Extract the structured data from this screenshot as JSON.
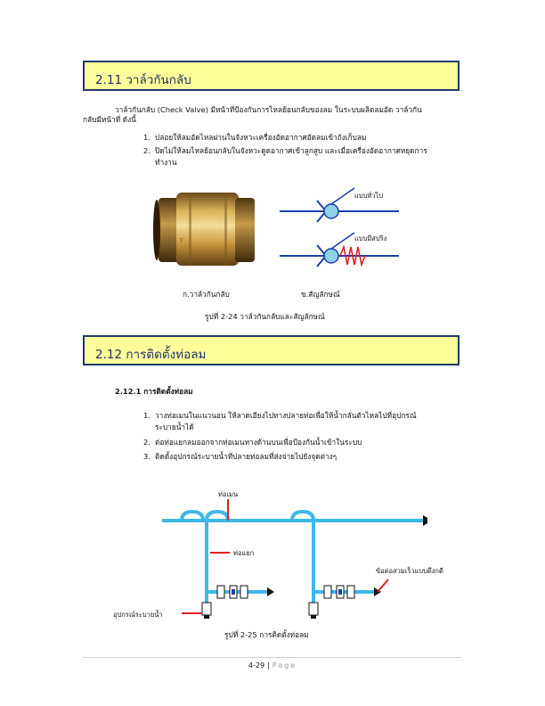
{
  "section1": {
    "title": "2.11  วาล์วกันกลับ",
    "intro_line1": "วาล์วกันกลับ (Check Valve) มีหน้าที่ป้องกันการไหลย้อนกลับของลม ในระบบผลิตลมอัด วาล์วกัน",
    "intro_line2": "กลับมีหน้าที่ ดังนี้",
    "items": [
      {
        "num": "1.",
        "lines": [
          "ปล่อยให้ลมอัดไหลผ่านในจังหวะเครื่องอัดอากาศอัดลมเข้าถังเก็บลม"
        ]
      },
      {
        "num": "2.",
        "lines": [
          "ปิดไม่ให้ลมไหลย้อนกลับในจังหวะดูดอากาศเข้าลูกสูบ และเมื่อเครื่องอัดอากาศหยุดการ",
          "ทำงาน"
        ]
      }
    ],
    "symbol_label_general": "แบบทั่วไป",
    "symbol_label_spring": "แบบมีสปริง",
    "caption_a": "ก.วาล์วกันกลับ",
    "caption_b": "ข.สัญลักษณ์",
    "figure_caption": "รูปที่ 2-24 วาล์วกันกลับและสัญลักษณ์"
  },
  "section2": {
    "title": "2.12  การติดตั้งท่อลม",
    "subheading": "2.12.1 การติดตั้งท่อลม",
    "items": [
      {
        "num": "1.",
        "lines": [
          "วางท่อเมนในแนวนอน ให้ลาดเอียงไปทางปลายท่อเพื่อให้น้ำกลั่นตัวไหลไปที่อุปกรณ์",
          "ระบายน้ำได้"
        ]
      },
      {
        "num": "2.",
        "lines": [
          "ต่อท่อแยกลมออกจากท่อเมนทางด้านบนเพื่อป้องกันน้ำเข้าในระบบ"
        ]
      },
      {
        "num": "3.",
        "lines": [
          "ติดตั้งอุปกรณ์ระบายน้ำที่ปลายท่อลมที่ส่งจ่ายไปยังจุดต่างๆ"
        ]
      }
    ],
    "label_main_pipe": "ท่อเมน",
    "label_branch_pipe": "ท่อแยก",
    "label_coupling": "ข้อต่อสวมเร็วแบบดึงกดี",
    "label_drain": "อุปกรณ์ระบายน้ำ",
    "figure_caption": "รูปที่ 2-25 การติดตั้งท่อลม"
  },
  "footer": {
    "page_number": "4-29",
    "separator": "|",
    "page_word": "Page"
  },
  "colors": {
    "header_fill": "#ffff99",
    "header_border": "#1f3b6b",
    "symbol_line": "#1a3fa8",
    "symbol_ball": "#8fd3e8",
    "spring": "#e02020",
    "pipe": "#3db8e8",
    "pointer": "#e02020"
  }
}
